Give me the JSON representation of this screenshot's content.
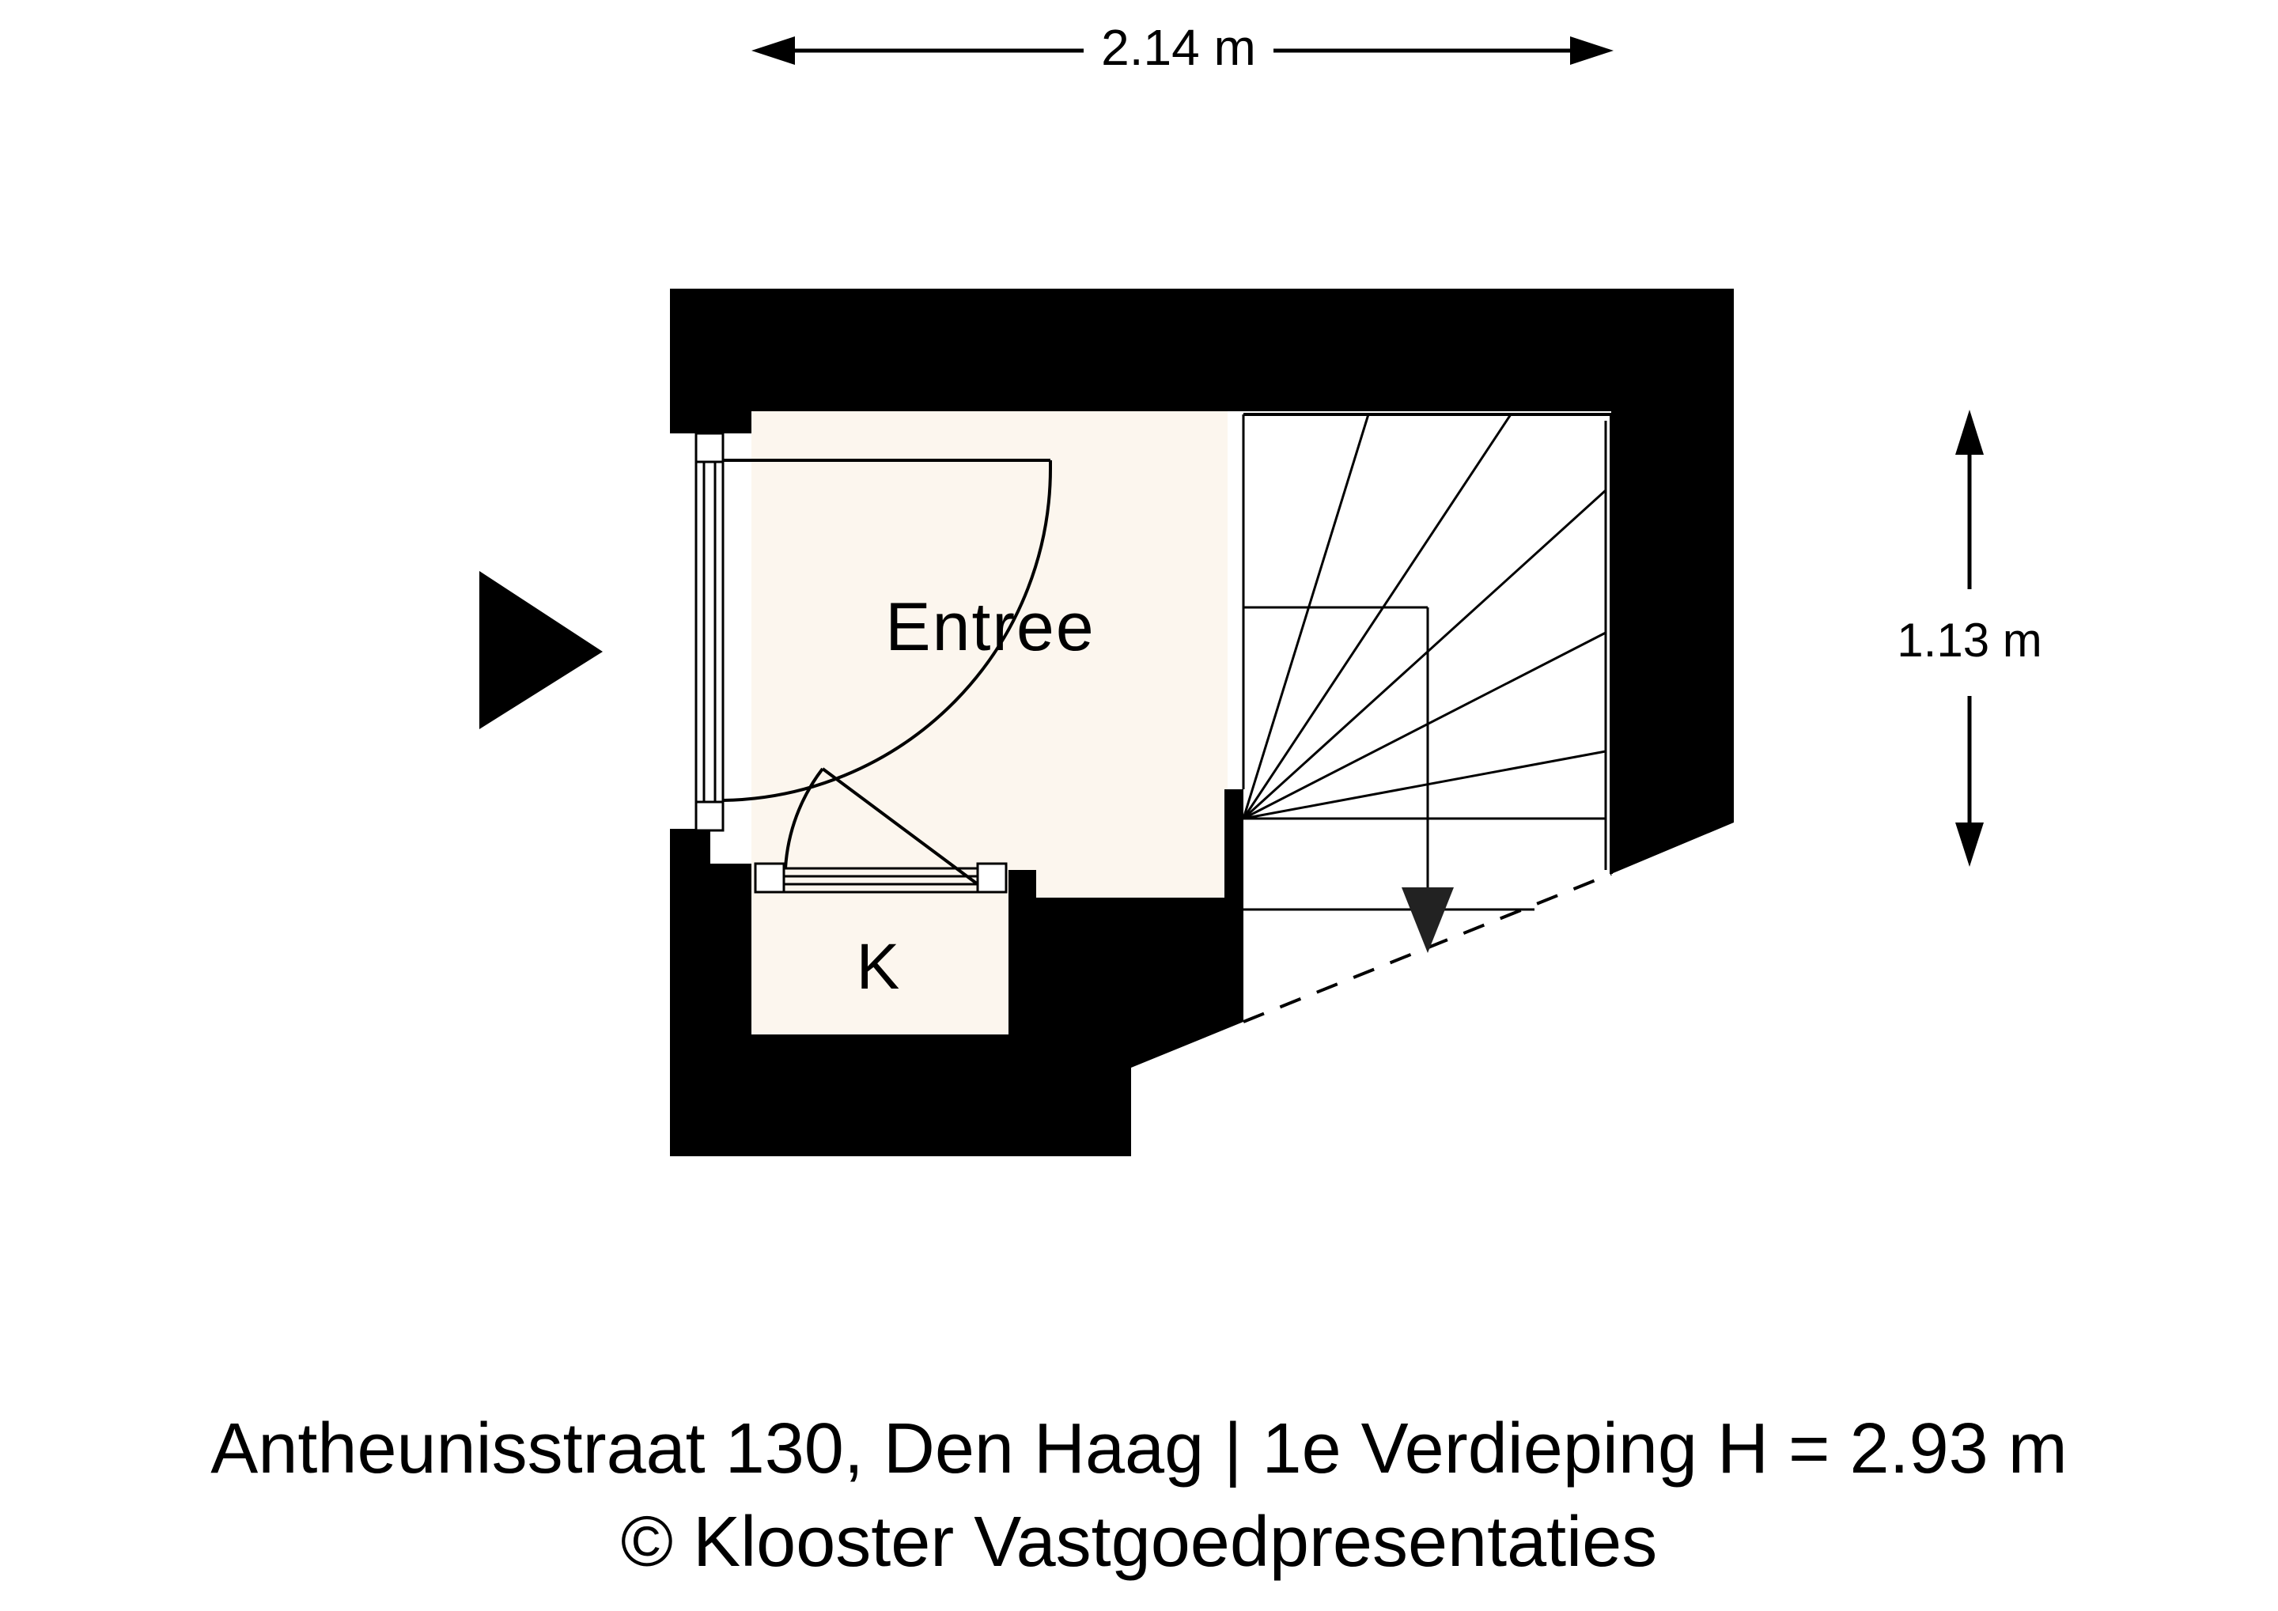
{
  "dimensions": {
    "width_label": "2.14 m",
    "depth_label": "1.13 m"
  },
  "rooms": {
    "entree": "Entree",
    "closet": "K"
  },
  "caption": {
    "line1": "Antheunisstraat 130, Den Haag | 1e Verdieping  H = 2.93 m",
    "line2": "© Klooster Vastgoedpresentaties"
  },
  "colors": {
    "wall": "#000000",
    "floor": "#fcf6ee",
    "background": "#ffffff"
  }
}
